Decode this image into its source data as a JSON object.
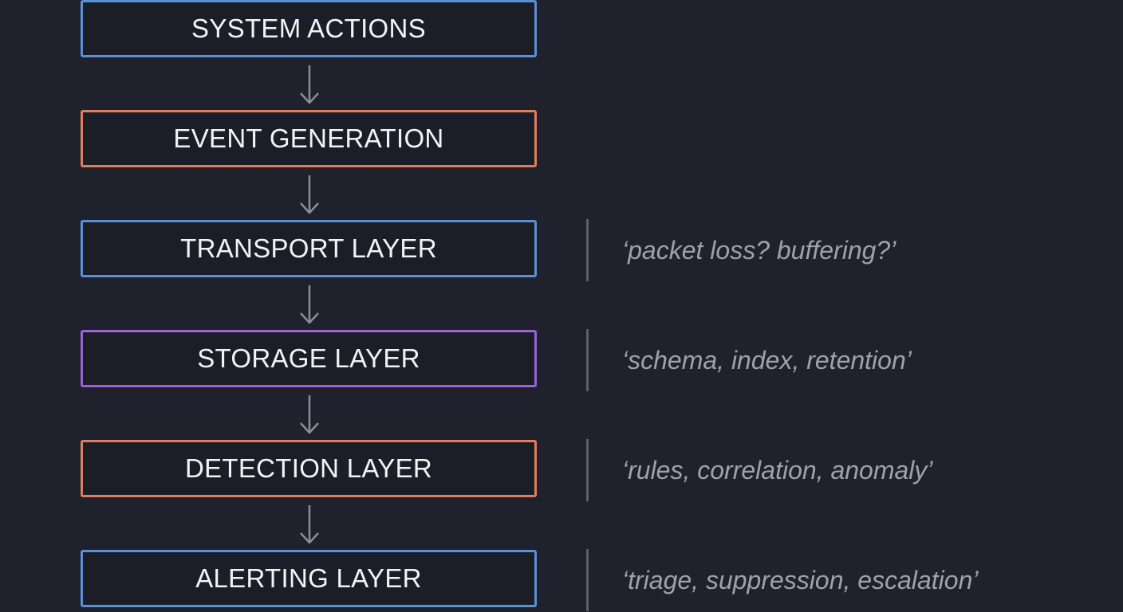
{
  "colors": {
    "background": "#1f222d",
    "blue": "#5b8fd6",
    "orange": "#e07d5d",
    "purple": "#9b63d6",
    "text": "#f2f3f5",
    "note_text": "#9ea2ab",
    "arrow": "#8a8e97"
  },
  "layers": [
    {
      "label": "SYSTEM ACTIONS",
      "color": "blue"
    },
    {
      "label": "EVENT GENERATION",
      "color": "orange"
    },
    {
      "label": "TRANSPORT LAYER",
      "color": "blue"
    },
    {
      "label": "STORAGE LAYER",
      "color": "purple"
    },
    {
      "label": "DETECTION LAYER",
      "color": "orange"
    },
    {
      "label": "ALERTING LAYER",
      "color": "blue"
    }
  ],
  "notes": [
    {
      "text": "‘packet loss? buffering?’"
    },
    {
      "text": "‘schema, index, retention’"
    },
    {
      "text": "‘rules, correlation, anomaly’"
    },
    {
      "text": "‘triage, suppression, escalation’"
    }
  ]
}
